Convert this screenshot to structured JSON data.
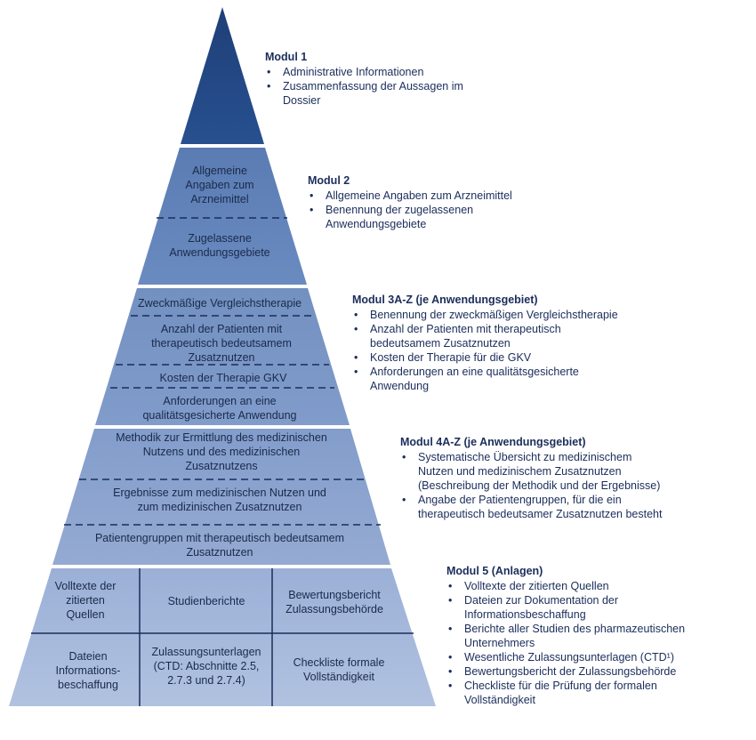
{
  "pyramid": {
    "tier1": {
      "text": ""
    },
    "tier2": [
      {
        "lines": [
          "Allgemeine",
          "Angaben zum",
          "Arzneimittel"
        ]
      },
      {
        "lines": [
          "Zugelassene",
          "Anwendungsgebiete"
        ]
      }
    ],
    "tier3": [
      {
        "lines": [
          "Zweckmäßige Vergleichstherapie"
        ]
      },
      {
        "lines": [
          "Anzahl der Patienten mit",
          "therapeutisch bedeutsamem",
          "Zusatznutzen"
        ]
      },
      {
        "lines": [
          "Kosten der Therapie GKV"
        ]
      },
      {
        "lines": [
          "Anforderungen an eine",
          "qualitätsgesicherte Anwendung"
        ]
      }
    ],
    "tier4": [
      {
        "lines": [
          "Methodik zur Ermittlung des medizinischen",
          "Nutzens und des medizinischen",
          "Zusatznutzens"
        ]
      },
      {
        "lines": [
          "Ergebnisse zum medizinischen Nutzen und",
          "zum medizinischen Zusatznutzen"
        ]
      },
      {
        "lines": [
          "Patientengruppen mit therapeutisch bedeutsamem",
          "Zusatznutzen"
        ]
      }
    ],
    "tier5": [
      {
        "lines": [
          "Volltexte der",
          "zitierten",
          "Quellen"
        ]
      },
      {
        "lines": [
          "Studienberichte"
        ]
      },
      {
        "lines": [
          "Bewertungsbericht",
          "Zulassungsbehörde"
        ]
      },
      {
        "lines": [
          "Dateien",
          "Informations-",
          "beschaffung"
        ]
      },
      {
        "lines": [
          "Zulassungsunterlagen",
          "(CTD: Abschnitte 2.5,",
          "2.7.3 und 2.7.4)"
        ]
      },
      {
        "lines": [
          "Checkliste formale",
          "Vollständigkeit"
        ]
      }
    ]
  },
  "modules": [
    {
      "title": "Modul 1",
      "items": [
        "Administrative Informationen",
        "Zusammenfassung der Aussagen im Dossier"
      ]
    },
    {
      "title": "Modul 2",
      "items": [
        "Allgemeine Angaben zum Arzneimittel",
        "Benennung der zugelassenen Anwendungsgebiete"
      ]
    },
    {
      "title": "Modul 3A-Z (je Anwendungsgebiet)",
      "items": [
        "Benennung der zweckmäßigen Vergleichstherapie",
        "Anzahl der Patienten mit therapeutisch bedeutsamem Zusatznutzen",
        "Kosten der Therapie für die GKV",
        "Anforderungen an eine qualitätsgesicherte Anwendung"
      ]
    },
    {
      "title": "Modul 4A-Z (je Anwendungsgebiet)",
      "items": [
        "Systematische Übersicht zu medizinischem Nutzen und medizinischem Zusatznutzen (Beschreibung der Methodik und der Ergebnisse)",
        "Angabe der Patientengruppen, für die ein therapeutisch bedeutsamer Zusatznutzen besteht"
      ]
    },
    {
      "title": "Modul 5 (Anlagen)",
      "items": [
        "Volltexte der zitierten Quellen",
        "Dateien zur Dokumentation der Informationsbeschaffung",
        "Berichte aller Studien des pharmazeutischen Unternehmers",
        "Wesentliche Zulassungsunterlagen (CTD¹)",
        "Bewertungsbericht der Zulassungsbehörde",
        "Checkliste für die Prüfung der formalen Vollständigkeit"
      ]
    }
  ],
  "colors": {
    "tier1": "#1f3f78",
    "tier2": "#5c7fb5",
    "tier3": "#7894c2",
    "tier4": "#8ca4cd",
    "tier5": "#a3b7da",
    "dash": "#1b2d5b",
    "text": "#1b2d5b"
  }
}
